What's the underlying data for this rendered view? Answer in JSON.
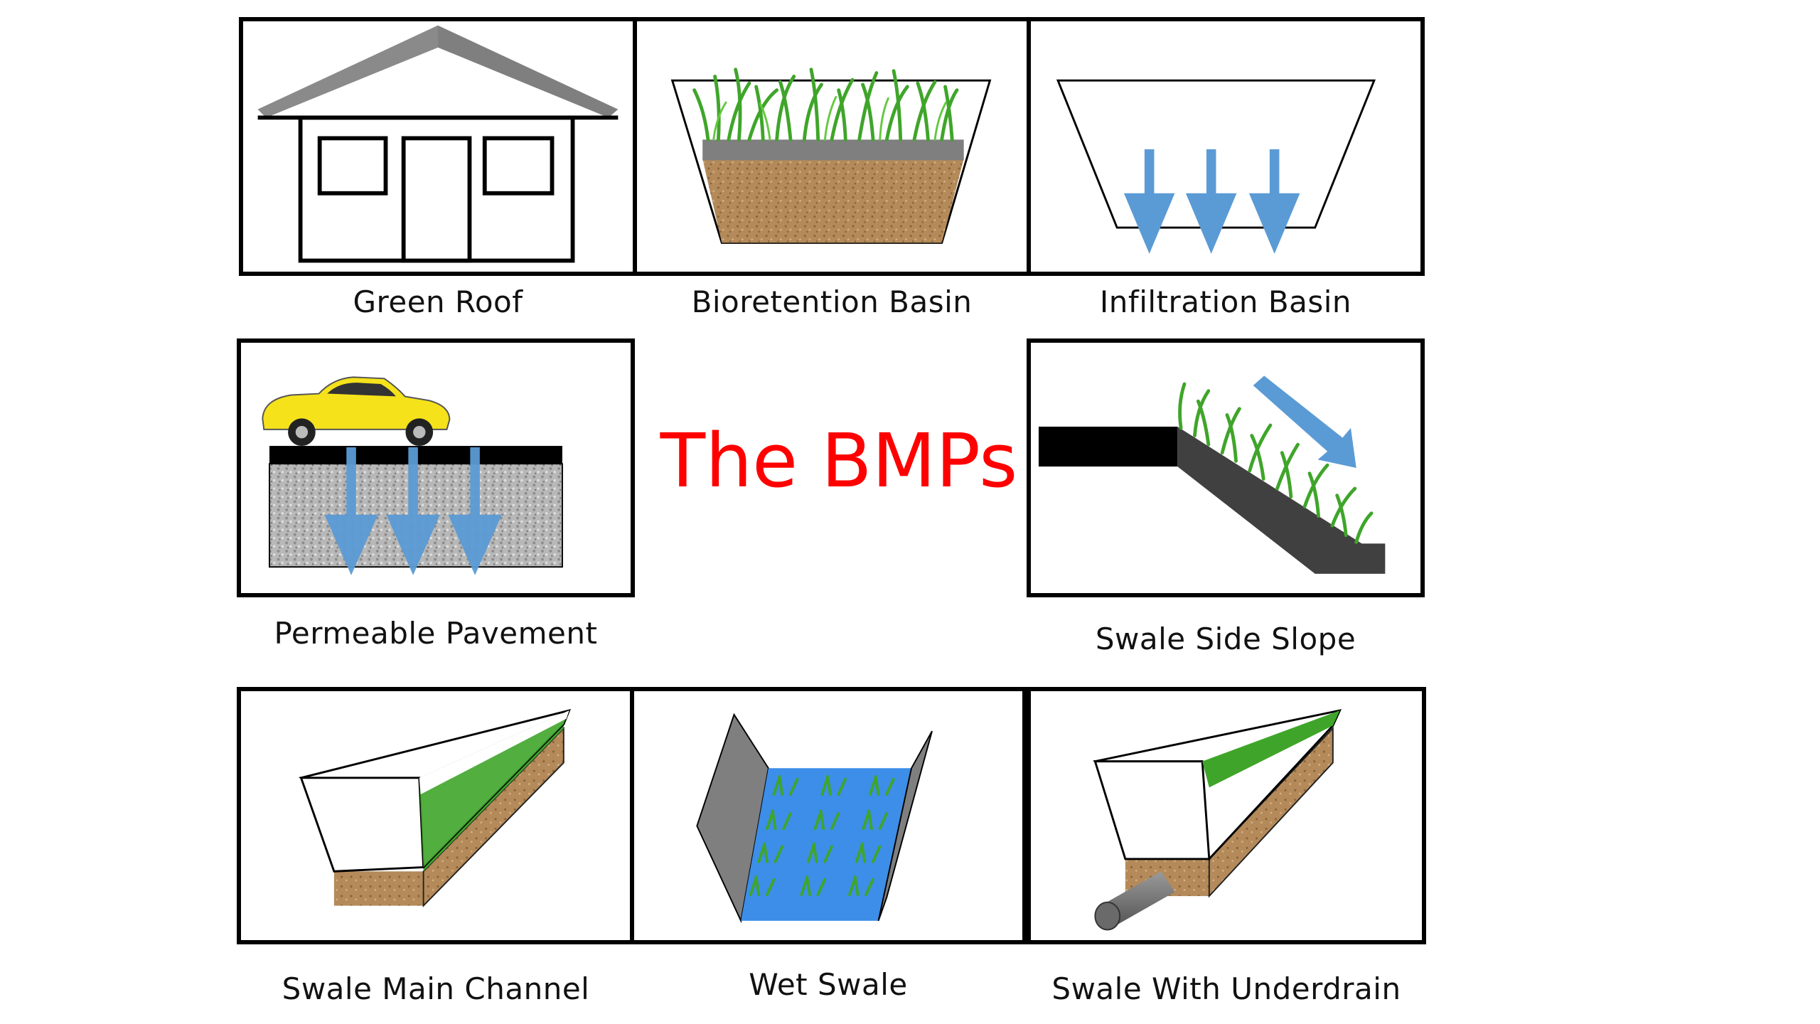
{
  "title": {
    "text": "The BMPs",
    "color": "#ff0000"
  },
  "panels": {
    "green_roof": {
      "label": "Green Roof"
    },
    "bioretention_basin": {
      "label": "Bioretention Basin"
    },
    "infiltration_basin": {
      "label": "Infiltration Basin"
    },
    "permeable_pavement": {
      "label": "Permeable Pavement"
    },
    "swale_side_slope": {
      "label": "Swale Side Slope"
    },
    "swale_main_channel": {
      "label": "Swale Main Channel"
    },
    "wet_swale": {
      "label": "Wet Swale"
    },
    "swale_with_underdrain": {
      "label": "Swale With Underdrain"
    }
  },
  "colors": {
    "arrow_blue": "#5b9bd5",
    "grass_green": "#3fa52a",
    "soil_brown": "#b48a5a",
    "roof_gray": "#808080",
    "water_blue": "#3c8ee8",
    "car_yellow": "#f5e21b"
  }
}
